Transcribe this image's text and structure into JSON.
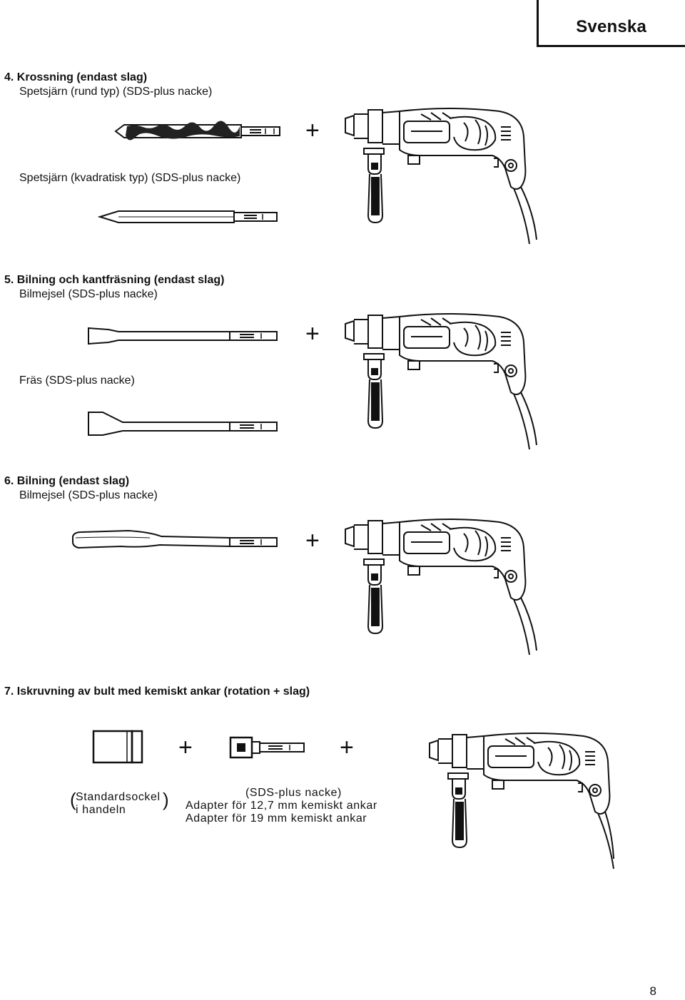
{
  "header": {
    "language": "Svenska"
  },
  "sections": [
    {
      "heading": "4.  Krossning (endast slag)",
      "items": [
        "Spetsjärn (rund typ) (SDS-plus nacke)",
        "Spetsjärn (kvadratisk typ) (SDS-plus nacke)"
      ]
    },
    {
      "heading": "5.  Bilning och kantfräsning (endast slag)",
      "items": [
        "Bilmejsel (SDS-plus nacke)",
        "Fräs (SDS-plus nacke)"
      ]
    },
    {
      "heading": "6.  Bilning (endast slag)",
      "items": [
        "Bilmejsel (SDS-plus nacke)"
      ]
    },
    {
      "heading": "7.  Iskruvning av bult med kemiskt ankar (rotation + slag)",
      "socket_label_1": "Standardsockel",
      "socket_label_2": "i  handeln",
      "adapter_label_1": "(SDS-plus nacke)",
      "adapter_label_2": "Adapter  för  12,7  mm  kemiskt  ankar",
      "adapter_label_3": "Adapter  för  19  mm  kemiskt  ankar"
    }
  ],
  "symbols": {
    "plus": "+",
    "open_paren": "(",
    "close_paren": ")"
  },
  "footer": {
    "page_number": "8"
  }
}
